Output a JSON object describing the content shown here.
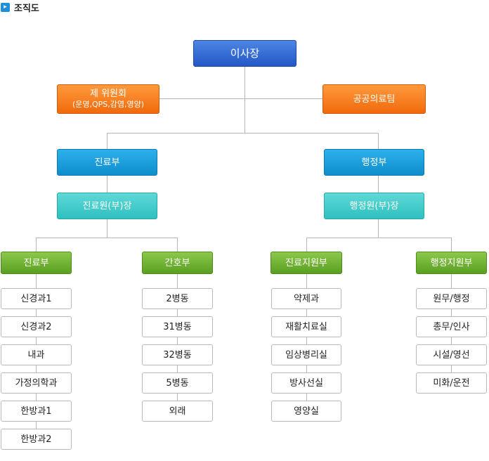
{
  "header": {
    "icon": "arrow-icon",
    "title": "조직도"
  },
  "chairman": "이사장",
  "committee": {
    "line1": "제 위원회",
    "line2": "(운영,QPS,감염,영양)"
  },
  "public_team": "공공의료팀",
  "medical_dept": "진료부",
  "admin_dept": "행정부",
  "medical_director": "진료원(부)장",
  "admin_director": "행정원(부)장",
  "divisions": [
    {
      "label": "진료부",
      "items": [
        "신경과1",
        "신경과2",
        "내과",
        "가정의학과",
        "한방과1",
        "한방과2"
      ]
    },
    {
      "label": "간호부",
      "items": [
        "2병동",
        "31병동",
        "32병동",
        "5병동",
        "외래"
      ]
    },
    {
      "label": "진료지원부",
      "items": [
        "약제과",
        "재활치료실",
        "임상병리실",
        "방사선실",
        "영양실"
      ]
    },
    {
      "label": "행정지원부",
      "items": [
        "원무/행정",
        "총무/인사",
        "시설/영선",
        "미화/운전"
      ]
    }
  ]
}
